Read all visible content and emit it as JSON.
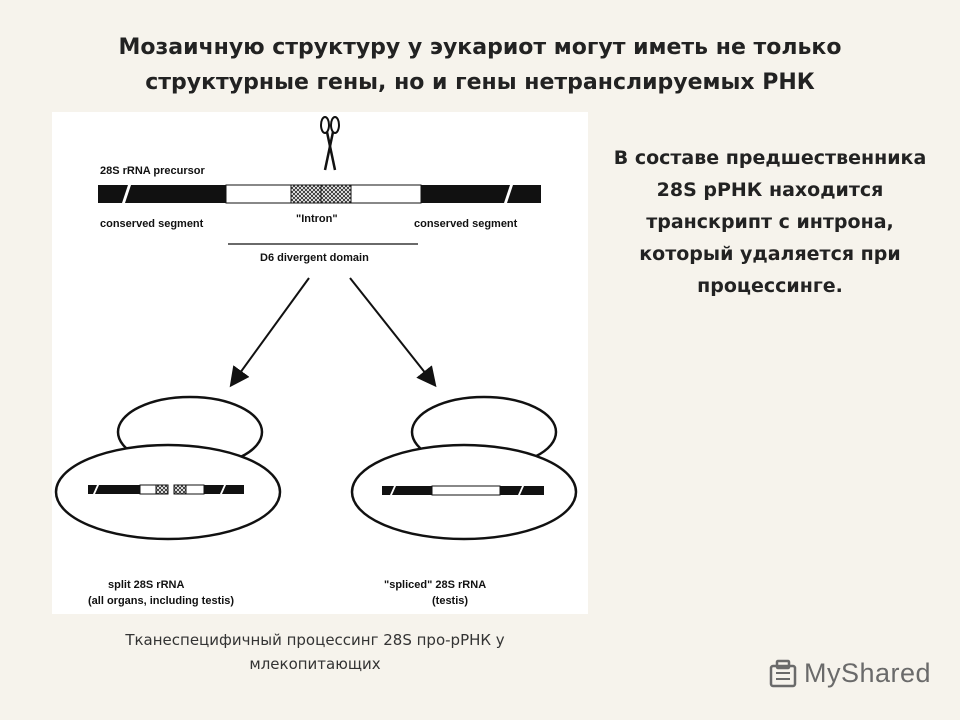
{
  "title": {
    "line1": "Мозаичную структуру у эукариот могут иметь не только",
    "line2": "структурные гены, но и гены нетранслируемых РНК"
  },
  "description": {
    "line1": "В составе предшественника",
    "line2": "28S рРНК находится",
    "line3": "транскрипт с интрона,",
    "line4": "который удаляется при",
    "line5": "процессинге."
  },
  "figure": {
    "precursor_label": "28S rRNA precursor",
    "conserved_left": "conserved segment",
    "intron_label": "\"Intron\"",
    "conserved_right": "conserved segment",
    "divergent_label": "D6 divergent domain",
    "left_product_line1": "split 28S rRNA",
    "left_product_line2": "(all organs, including testis)",
    "right_product_line1": "\"spliced\" 28S rRNA",
    "right_product_line2": "(testis)",
    "scissors_icon": "scissors-icon"
  },
  "caption": {
    "line1": "Тканеспецифичный  процессинг  28S про-рРНК у",
    "line2": "млекопитающих"
  },
  "watermark": {
    "text": "MyShared"
  }
}
